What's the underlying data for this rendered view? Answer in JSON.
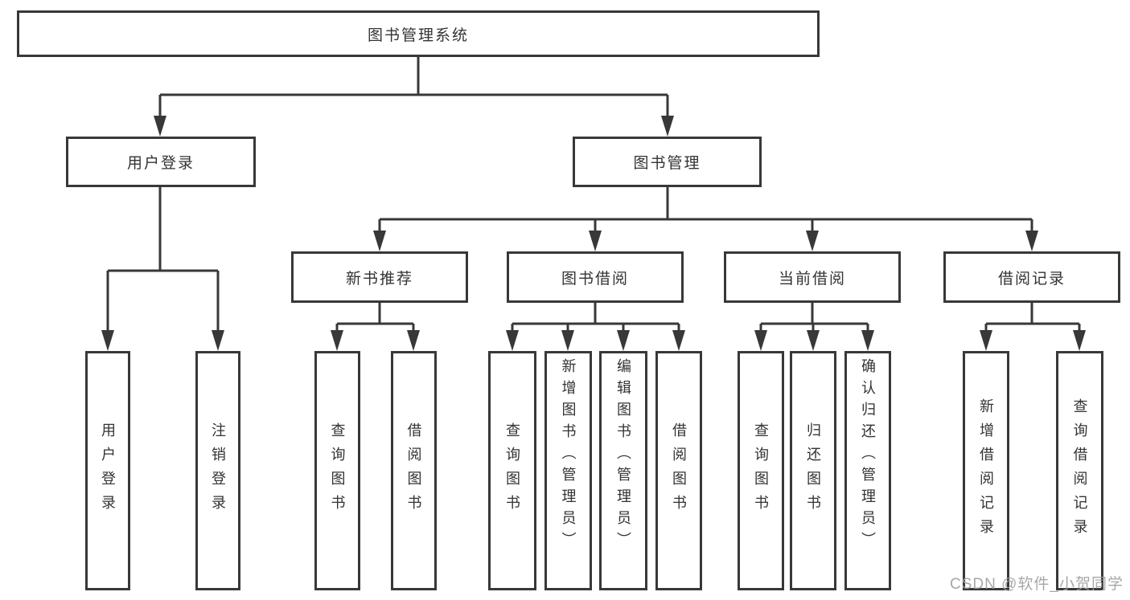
{
  "diagram": {
    "title": "图书管理系统",
    "branches": [
      {
        "label": "用户登录",
        "children": [
          {
            "label": "用户登录"
          },
          {
            "label": "注销登录"
          }
        ]
      },
      {
        "label": "图书管理",
        "children": [
          {
            "label": "新书推荐",
            "children": [
              {
                "label": "查询图书"
              },
              {
                "label": "借阅图书"
              }
            ]
          },
          {
            "label": "图书借阅",
            "children": [
              {
                "label": "查询图书"
              },
              {
                "label": "新增图书（管理员）"
              },
              {
                "label": "编辑图书（管理员）"
              },
              {
                "label": "借阅图书"
              }
            ]
          },
          {
            "label": "当前借阅",
            "children": [
              {
                "label": "查询图书"
              },
              {
                "label": "归还图书"
              },
              {
                "label": "确认归还（管理员）"
              }
            ]
          },
          {
            "label": "借阅记录",
            "children": [
              {
                "label": "新增借阅记录"
              },
              {
                "label": "查询借阅记录"
              }
            ]
          }
        ]
      }
    ]
  },
  "watermark": {
    "text": "CSDN @软件_小贺同学"
  },
  "colors": {
    "line": "#383838",
    "box_border": "#383838",
    "text": "#333333",
    "watermark": "#9e9e9e",
    "background": "#ffffff"
  }
}
